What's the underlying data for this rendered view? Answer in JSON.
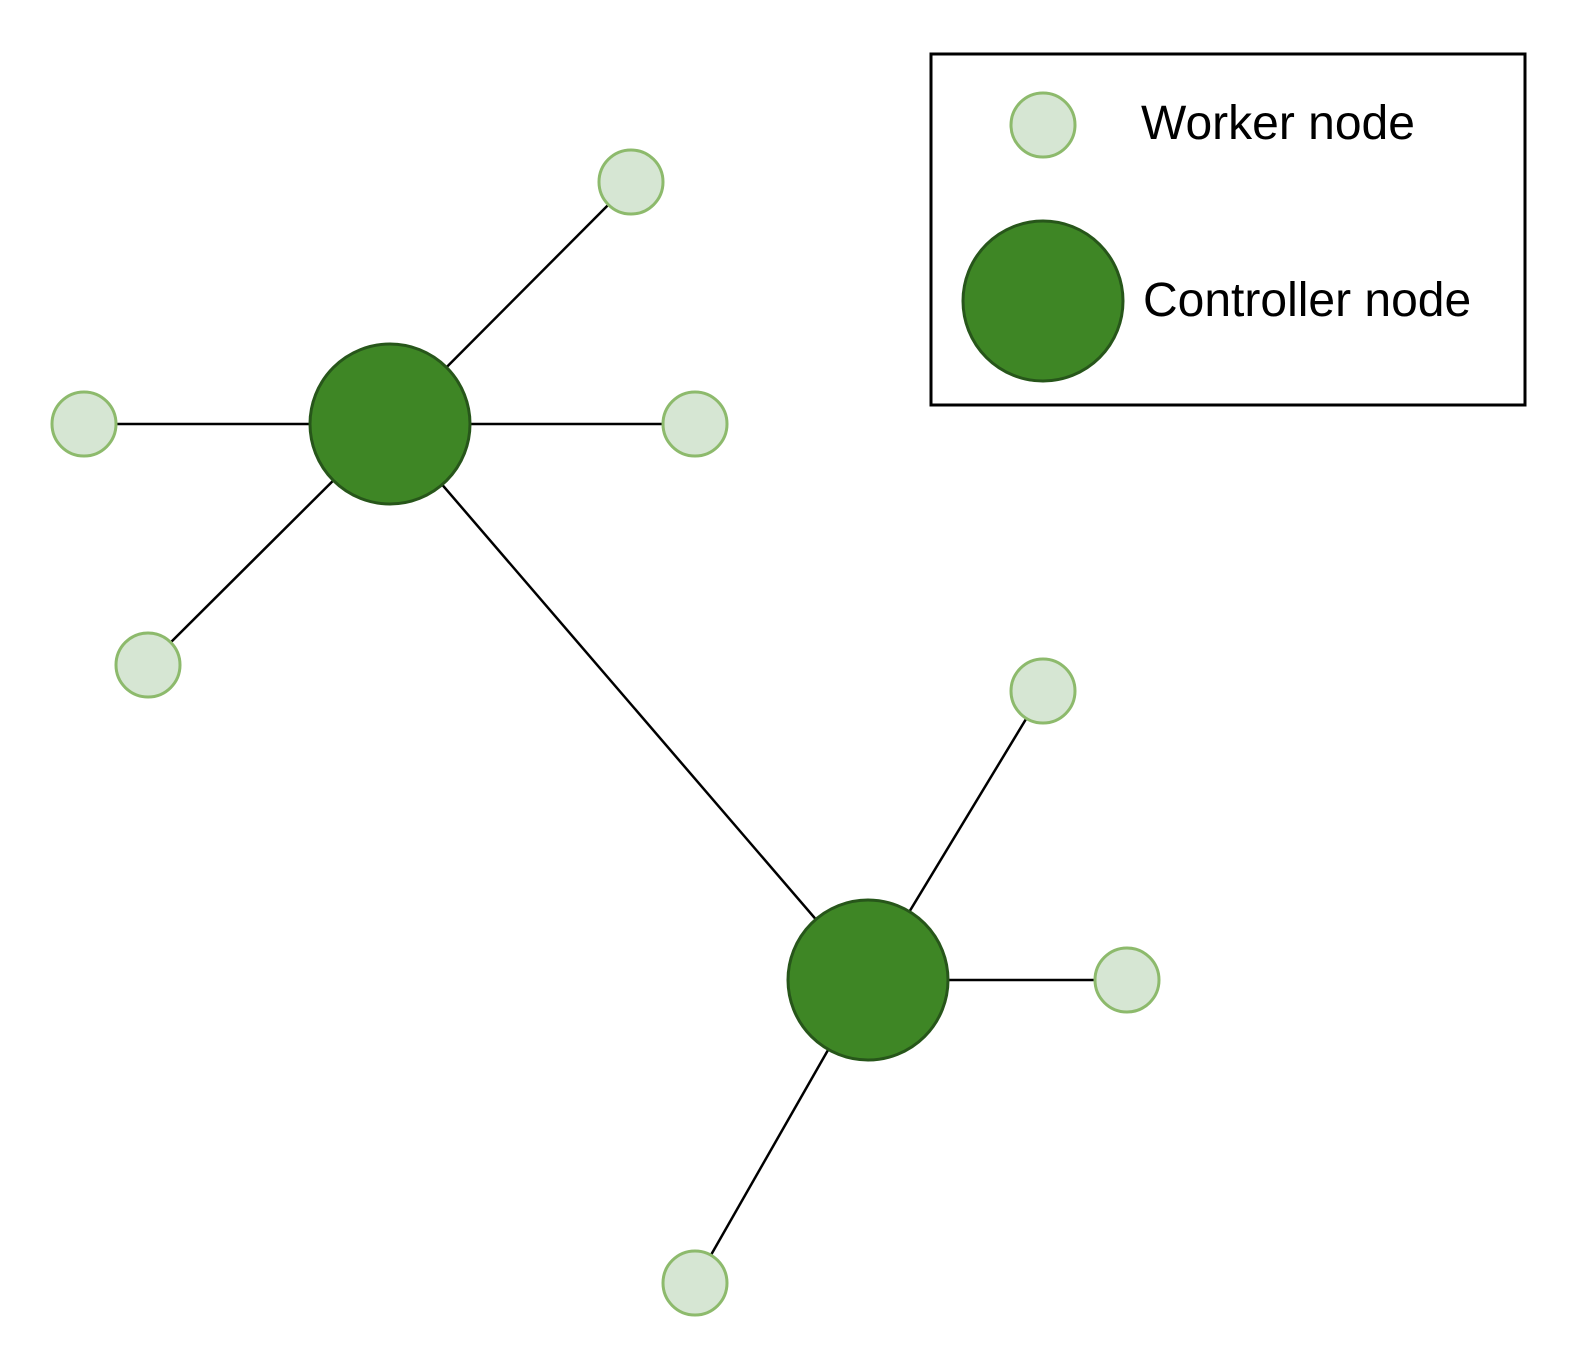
{
  "legend": {
    "worker_label": "Worker node",
    "controller_label": "Controller node"
  },
  "colors": {
    "controller_fill": "#3e8625",
    "controller_stroke": "#27561a",
    "worker_fill": "#d6e6d3",
    "worker_stroke": "#8dba6c",
    "edge": "#000000",
    "legend_border": "#000000"
  },
  "nodes": [
    {
      "id": "controller-1",
      "type": "controller"
    },
    {
      "id": "controller-2",
      "type": "controller"
    },
    {
      "id": "worker-1",
      "type": "worker"
    },
    {
      "id": "worker-2",
      "type": "worker"
    },
    {
      "id": "worker-3",
      "type": "worker"
    },
    {
      "id": "worker-4",
      "type": "worker"
    },
    {
      "id": "worker-5",
      "type": "worker"
    },
    {
      "id": "worker-6",
      "type": "worker"
    },
    {
      "id": "worker-7",
      "type": "worker"
    }
  ],
  "edges": [
    {
      "from": "controller-1",
      "to": "worker-1"
    },
    {
      "from": "controller-1",
      "to": "worker-2"
    },
    {
      "from": "controller-1",
      "to": "worker-3"
    },
    {
      "from": "controller-1",
      "to": "worker-4"
    },
    {
      "from": "controller-1",
      "to": "controller-2"
    },
    {
      "from": "controller-2",
      "to": "worker-5"
    },
    {
      "from": "controller-2",
      "to": "worker-6"
    },
    {
      "from": "controller-2",
      "to": "worker-7"
    }
  ]
}
